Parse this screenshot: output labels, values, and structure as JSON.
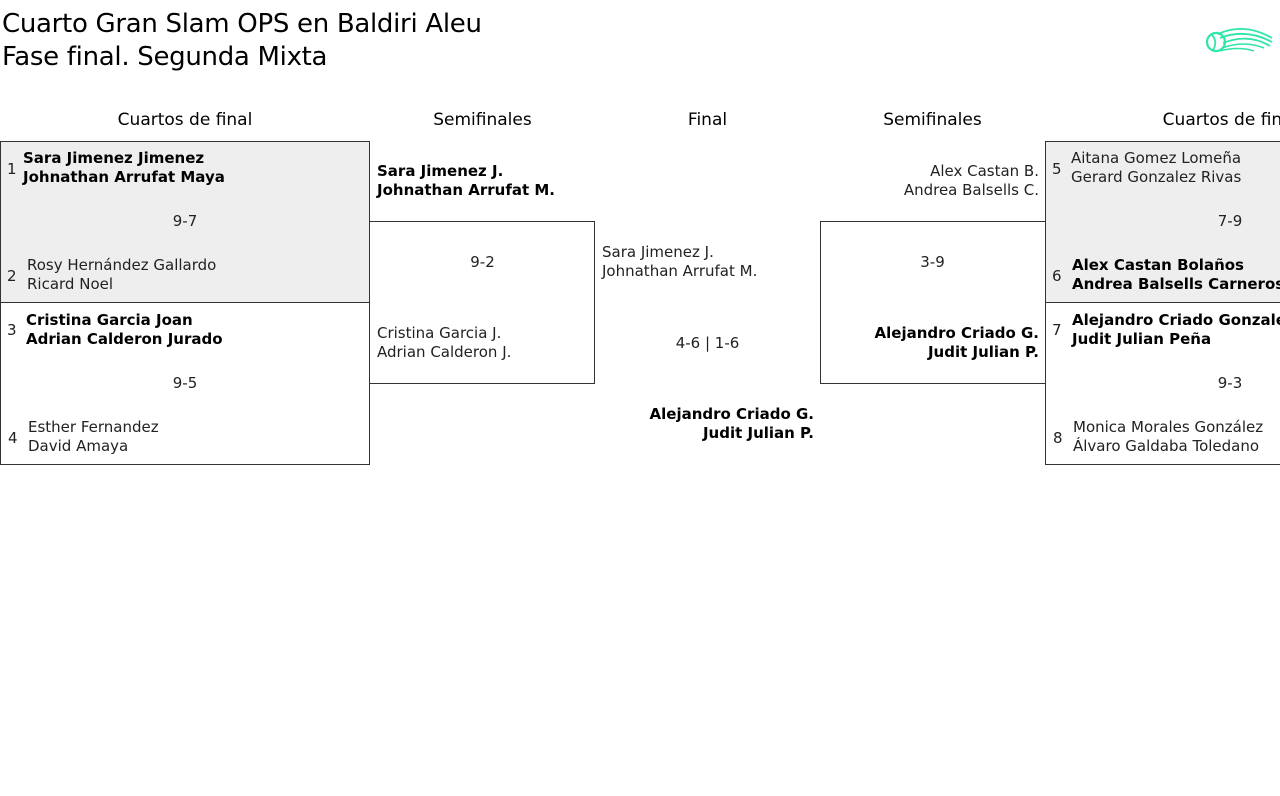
{
  "header": {
    "title_line1": "Cuarto Gran Slam OPS en Baldiri Aleu",
    "title_line2": "Fase final. Segunda Mixta"
  },
  "columns": {
    "qf_left": "Cuartos de final",
    "sf_left": "Semifinales",
    "final": "Final",
    "sf_right": "Semifinales",
    "qf_right": "Cuartos de final"
  },
  "qf": {
    "m1": {
      "seed_a": "1",
      "a1": "Sara Jimenez Jimenez",
      "a2": "Johnathan Arrufat Maya",
      "score": "9-7",
      "seed_b": "2",
      "b1": "Rosy Hernández Gallardo",
      "b2": "Ricard Noel"
    },
    "m2": {
      "seed_a": "3",
      "a1": "Cristina Garcia Joan",
      "a2": "Adrian Calderon Jurado",
      "score": "9-5",
      "seed_b": "4",
      "b1": "Esther Fernandez",
      "b2": "David Amaya"
    },
    "m3": {
      "seed_a": "5",
      "a1": "Aitana Gomez Lomeña",
      "a2": "Gerard Gonzalez Rivas",
      "score": "7-9",
      "seed_b": "6",
      "b1": "Alex Castan Bolaños",
      "b2": "Andrea Balsells Carneros"
    },
    "m4": {
      "seed_a": "7",
      "a1": "Alejandro Criado Gonzalez",
      "a2": "Judit Julian Peña",
      "score": "9-3",
      "seed_b": "8",
      "b1": "Monica Morales González",
      "b2": "Álvaro Galdaba Toledano"
    }
  },
  "sf": {
    "left": {
      "a1": "Sara Jimenez J.",
      "a2": "Johnathan Arrufat M.",
      "score": "9-2",
      "b1": "Cristina Garcia J.",
      "b2": "Adrian Calderon J."
    },
    "right": {
      "a1": "Alex Castan B.",
      "a2": "Andrea Balsells C.",
      "score": "3-9",
      "b1": "Alejandro Criado G.",
      "b2": "Judit Julian P."
    }
  },
  "final": {
    "a1": "Sara Jimenez J.",
    "a2": "Johnathan Arrufat M.",
    "score": "4-6 | 1-6",
    "b1": "Alejandro Criado G.",
    "b2": "Judit Julian P."
  },
  "colors": {
    "shaded": "#eeeeee",
    "border": "#333333",
    "logo": "#2ee6a6"
  },
  "icons": {
    "logo": "tennis-ball-comet-icon"
  }
}
